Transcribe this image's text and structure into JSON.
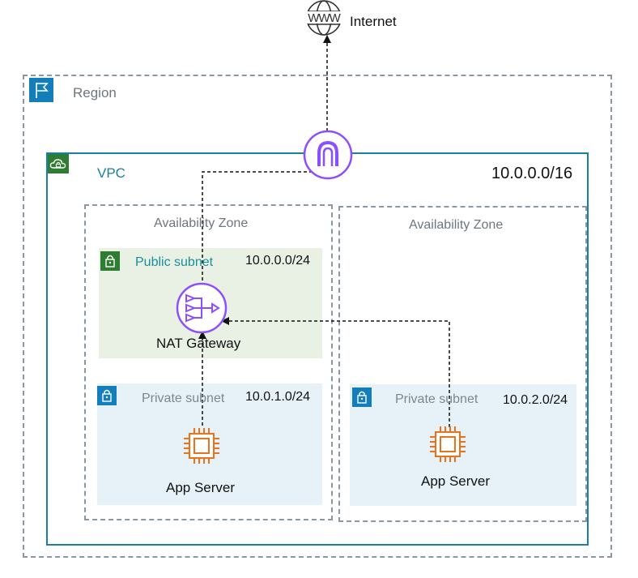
{
  "internet": {
    "label": "Internet",
    "icon": "globe-icon"
  },
  "region": {
    "label": "Region",
    "icon": "flag-icon",
    "color": "#147eba"
  },
  "vpc": {
    "label": "VPC",
    "cidr": "10.0.0.0/16",
    "icon": "cloud-lock-icon",
    "color": "#2e7d32"
  },
  "availability_zones": [
    {
      "label": "Availability Zone"
    },
    {
      "label": "Availability Zone"
    }
  ],
  "public_subnet": {
    "label": "Public subnet",
    "cidr": "10.0.0.0/24",
    "color": "#2e7d32"
  },
  "private_subnets": [
    {
      "label": "Private subnet",
      "cidr": "10.0.1.0/24",
      "color": "#147eba"
    },
    {
      "label": "Private subnet",
      "cidr": "10.0.2.0/24",
      "color": "#147eba"
    }
  ],
  "nat_gateway": {
    "label": "NAT Gateway",
    "icon": "nat-gateway-icon",
    "color": "#8c4fff"
  },
  "internet_gateway": {
    "icon": "internet-gateway-icon",
    "color": "#8c4fff"
  },
  "app_servers": [
    {
      "label": "App Server",
      "icon": "ec2-instance-icon",
      "color": "#e8731a"
    },
    {
      "label": "App Server",
      "icon": "ec2-instance-icon",
      "color": "#e8731a"
    }
  ]
}
